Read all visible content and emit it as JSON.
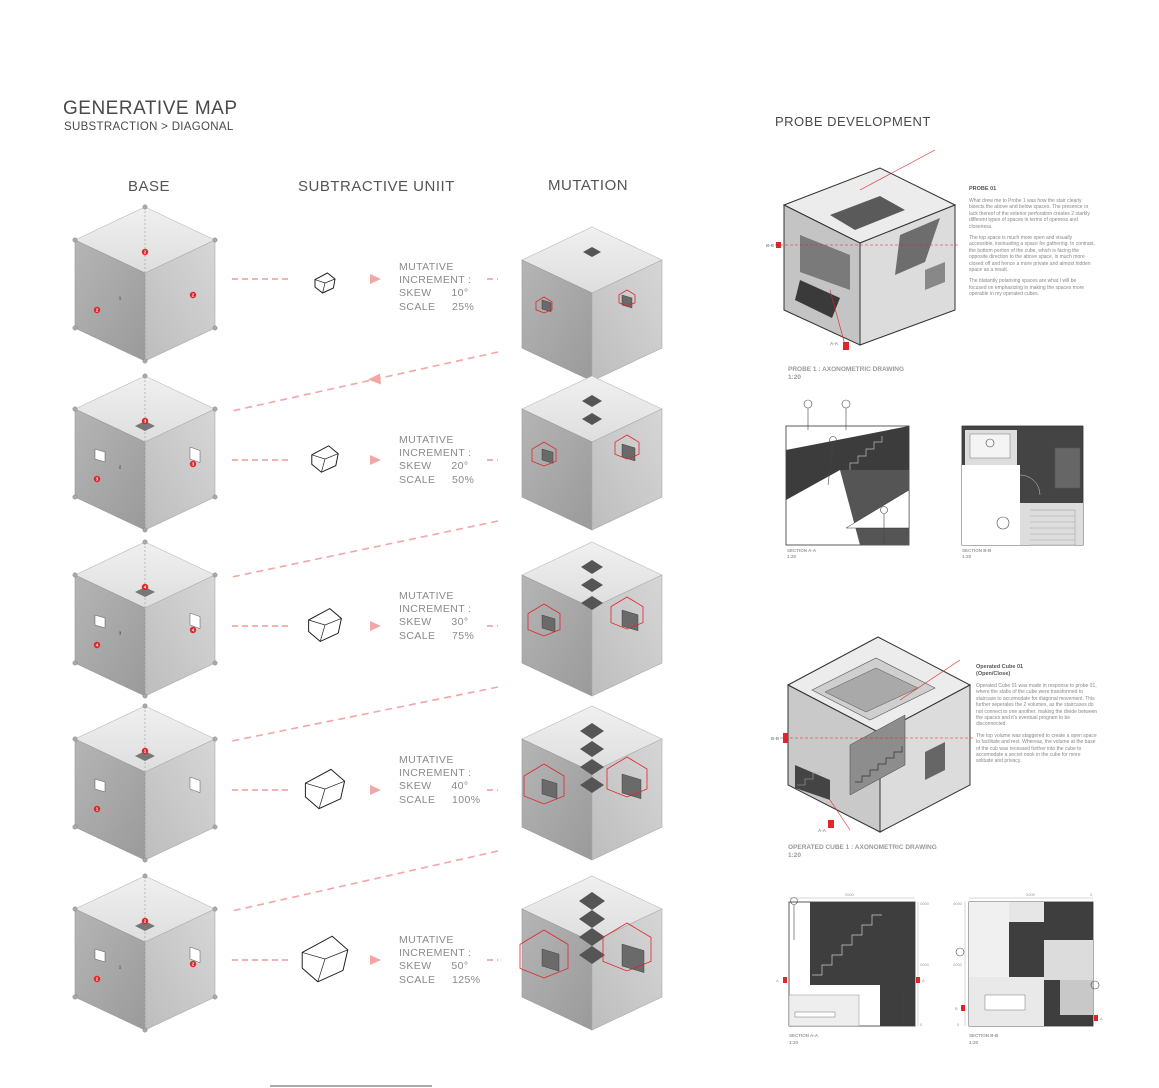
{
  "header": {
    "title": "GENERATIVE MAP",
    "subtitle": "SUBSTRACTION > DIAGONAL"
  },
  "columns": {
    "base": "BASE",
    "unit": "SUBTRACTIVE UNIIT",
    "mutation": "MUTATION"
  },
  "rows": [
    {
      "markers": [
        "2",
        "2",
        "2",
        "1"
      ],
      "label1": "MUTATIVE",
      "label2": "INCREMENT :",
      "skew": "SKEW      10°",
      "scale": "SCALE     25%"
    },
    {
      "markers": [
        "3",
        "3",
        "3",
        "2"
      ],
      "label1": "MUTATIVE",
      "label2": "INCREMENT :",
      "skew": "SKEW      20°",
      "scale": "SCALE     50%"
    },
    {
      "markers": [
        "4",
        "4",
        "4",
        "3"
      ],
      "label1": "MUTATIVE",
      "label2": "INCREMENT :",
      "skew": "SKEW      30°",
      "scale": "SCALE     75%"
    },
    {
      "markers": [
        "1",
        "1"
      ],
      "label1": "MUTATIVE",
      "label2": "INCREMENT :",
      "skew": "SKEW      40°",
      "scale": "SCALE     100%"
    },
    {
      "markers": [
        "2",
        "2",
        "2",
        "1"
      ],
      "label1": "MUTATIVE",
      "label2": "INCREMENT :",
      "skew": "SKEW      50°",
      "scale": "SCALE     125%"
    }
  ],
  "probe": {
    "section_title": "PROBE DEVELOPMENT",
    "probe1": {
      "marker_b": "B-B",
      "marker_a": "A-A",
      "note_title": "PROBE 01",
      "note_p1": "What drew me to Probe 1 was how the stair clearly bisects the above and below spaces. The presence or lack thereof of the exterior perforation creates 2 starkly different types of spaces in terms of openess and closeness.",
      "note_p2": "The top space is much more open and visually accessible, insinuating a space for gathering. In contrast, the bottom portion of the cube, which is facing the opposite direction to the above space, is much more closed off and hence a more private and almost hidden space as a result.",
      "note_p3": "The blatantly polarising spaces are what I will be focused on emphasizing in making the spaces more operable in my operated cubes.",
      "caption1": "PROBE 1 : AXONOMETRIC DRAWING",
      "caption2": "1:20",
      "sec_a": "SECTION A-A",
      "sec_a_scale": "1:20",
      "sec_b": "SECTION B-B",
      "sec_b_scale": "1:20"
    },
    "cube1": {
      "marker_b": "B-B",
      "marker_a": "A-A",
      "note_title": "Operated Cube 01",
      "note_sub": "(Open/Close)",
      "note_p1": "Operated Cube 01 was made in response to probe 01, where the slabs of the cube were transformed to staircase to accomodate for diagonal movement. This further seperates the 2 volumes, as the staircases do not connect to one another, making the divide between the spaces and it's eventual program to be disconnected.",
      "note_p2": "The top volume was staggered to create a open space to facilitate and rest. Whereas, the volume at the base of the cub was recessed further into the cube to accomodate a secret nook in the cube for more solitude and privacy.",
      "caption1": "OPERATED CUBE 1 : AXONOMETRIC DRAWING",
      "caption2": "1:20",
      "dim_a_top": "2000",
      "dim_a_r1": "4000",
      "dim_a_r2": "2000",
      "dim_a_r3": "0",
      "dim_b_top": "2000",
      "dim_b_top2": "0",
      "dim_b_l1": "4000",
      "dim_b_l2": "2000",
      "dim_b_l3": "0",
      "sec_a": "SECTION A-A",
      "sec_a_scale": "1:20",
      "sec_b": "SECTION B-B",
      "sec_b_scale": "1:20",
      "mark_a_left": "A",
      "mark_a_right": "A",
      "mark_b_left": "B",
      "mark_b_right": "A"
    }
  },
  "colors": {
    "accent": "#e0252b",
    "dash": "#f2a6a6",
    "top_face": "#e8e8e8",
    "left_face": "#a9a9a9",
    "right_face": "#c9c9c9"
  }
}
